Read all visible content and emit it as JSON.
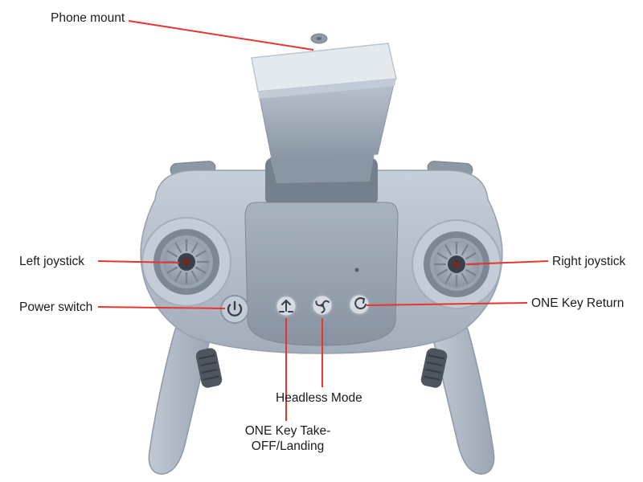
{
  "figure": {
    "labels": {
      "phone_mount": "Phone mount",
      "left_joystick": "Left joystick",
      "power_switch": "Power switch",
      "right_joystick": "Right joystick",
      "one_key_return": "ONE Key Return",
      "headless_mode": "Headless Mode",
      "one_key_takeoff_landing": "ONE Key Take-OFF/Landing"
    },
    "icons": {
      "power": "power-symbol",
      "takeoff": "up-arrow-rotor",
      "headless": "rotor-fan",
      "return": "curved-return-arrow"
    },
    "colors": {
      "background": "#ffffff",
      "pointer_line": "#e8342b",
      "label_text": "#1b1b1b",
      "controller_body": "#b4bfca",
      "console_panel": "#94a0ae",
      "grip_pad": "#4d555e"
    }
  }
}
